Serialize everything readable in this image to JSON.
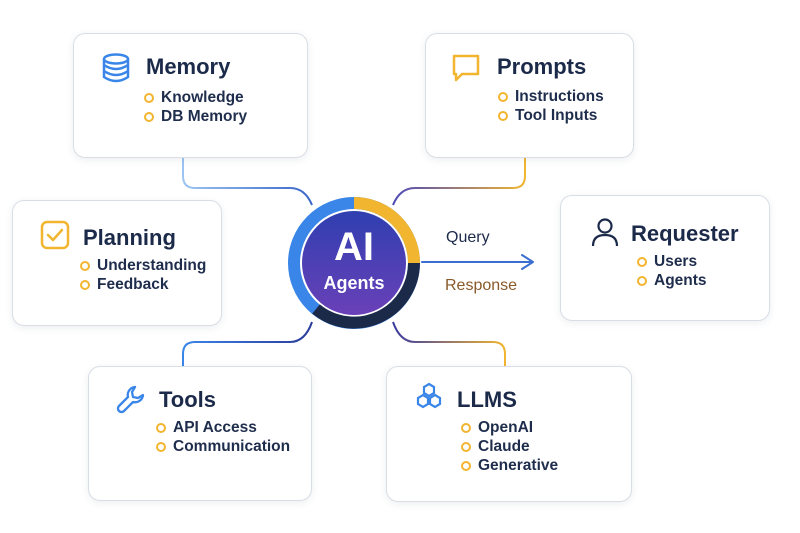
{
  "center": {
    "line1": "AI",
    "line2": "Agents"
  },
  "cards": {
    "memory": {
      "title": "Memory",
      "items": [
        "Knowledge",
        "DB Memory"
      ],
      "icon": "database-icon"
    },
    "prompts": {
      "title": "Prompts",
      "items": [
        "Instructions",
        "Tool Inputs"
      ],
      "icon": "chat-bubble-icon"
    },
    "planning": {
      "title": "Planning",
      "items": [
        "Understanding",
        "Feedback"
      ],
      "icon": "checkbox-icon"
    },
    "requester": {
      "title": "Requester",
      "items": [
        "Users",
        "Agents"
      ],
      "icon": "user-icon"
    },
    "tools": {
      "title": "Tools",
      "items": [
        "API Access",
        "Communication"
      ],
      "icon": "wrench-icon"
    },
    "llms": {
      "title": "LLMS",
      "items": [
        "OpenAI",
        "Claude",
        "Generative"
      ],
      "icon": "hexagon-cluster-icon"
    }
  },
  "flow": {
    "query": "Query",
    "response": "Response"
  },
  "colors": {
    "blue": "#3a86e8",
    "gold": "#f2b530",
    "navy": "#1c2a4a",
    "purple": "#5a3aa8",
    "response": "#8a5a2a"
  }
}
